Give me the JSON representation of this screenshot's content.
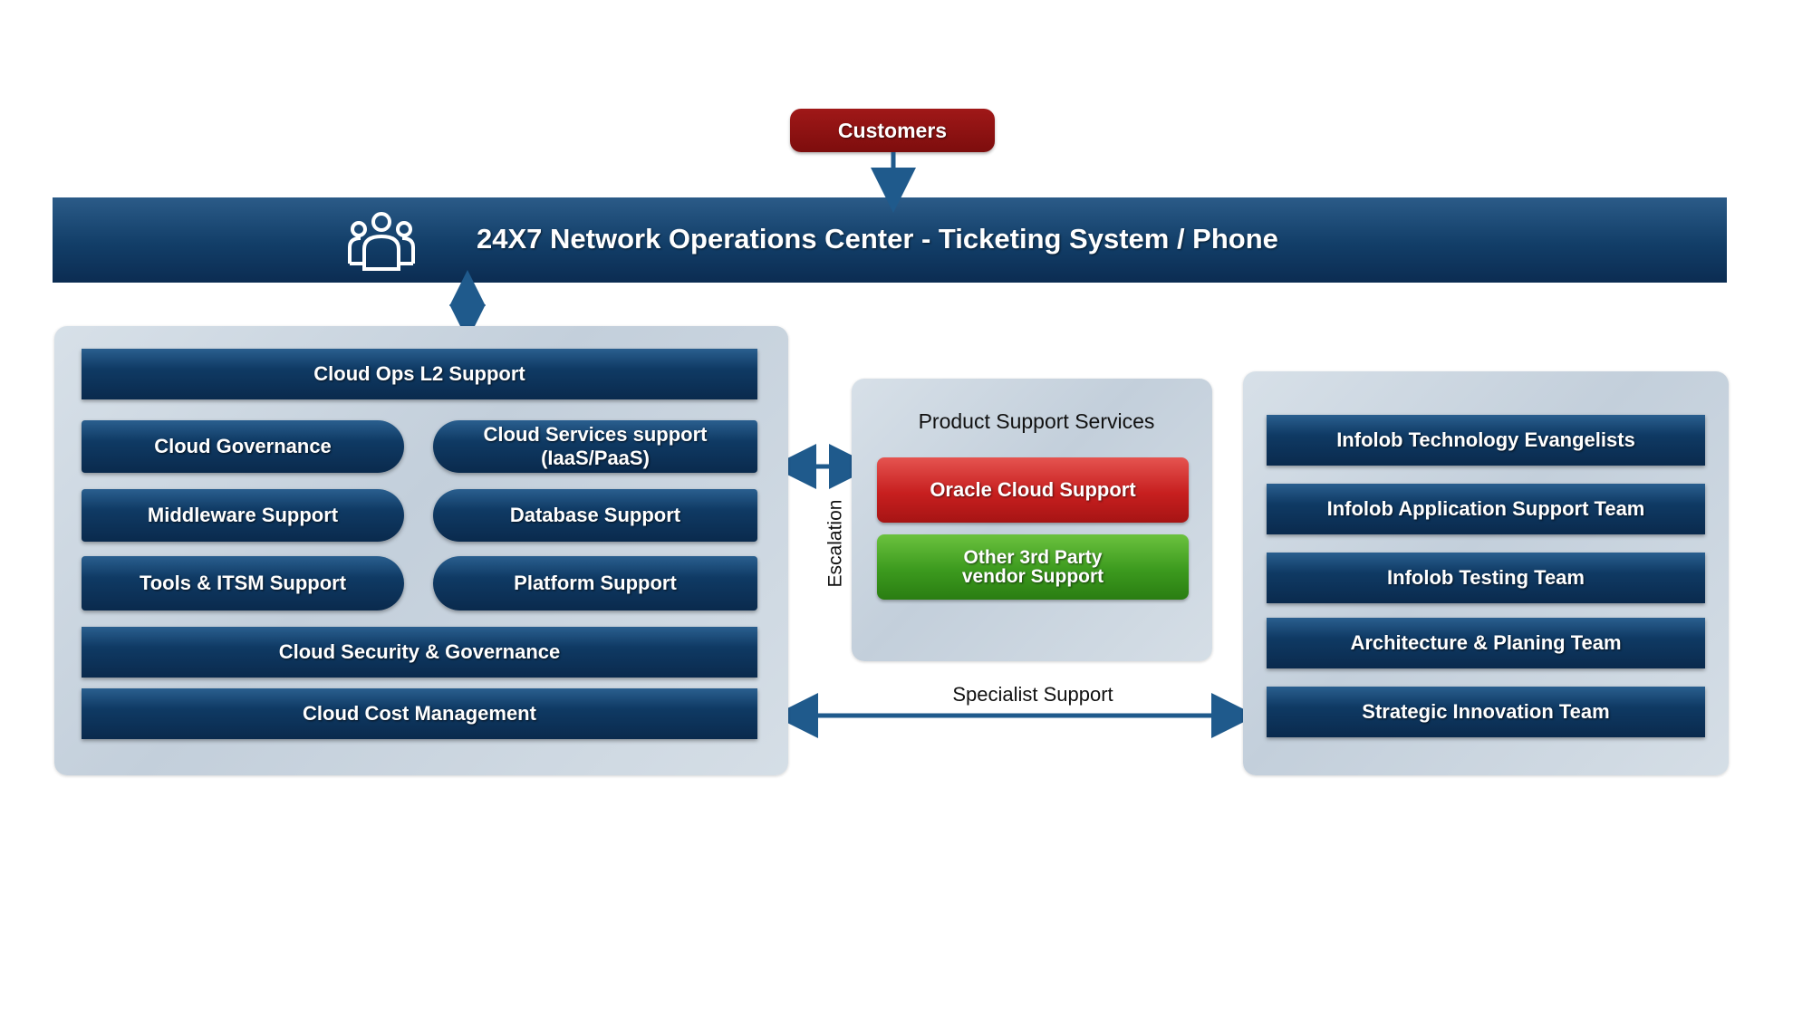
{
  "customers": {
    "label": "Customers"
  },
  "noc": {
    "title": "24X7 Network Operations Center - Ticketing System / Phone",
    "icon": "people-group-icon"
  },
  "left_panel": {
    "header": "Cloud Ops L2 Support",
    "rows": [
      {
        "left": "Cloud Governance",
        "right": "Cloud Services support (IaaS/PaaS)"
      },
      {
        "left": "Middleware Support",
        "right": "Database Support"
      },
      {
        "left": "Tools & ITSM Support",
        "right": "Platform Support"
      }
    ],
    "security": "Cloud Security & Governance",
    "cost": "Cloud Cost Management"
  },
  "middle_panel": {
    "title": "Product Support Services",
    "oracle": "Oracle Cloud Support",
    "other_line1": "Other 3rd Party",
    "other_line2": "vendor Support"
  },
  "right_panel": {
    "items": [
      "Infolob Technology Evangelists",
      "Infolob Application Support Team",
      "Infolob Testing Team",
      "Architecture & Planing Team",
      "Strategic Innovation Team"
    ]
  },
  "connectors": {
    "escalation": "Escalation",
    "specialist": "Specialist Support"
  },
  "colors": {
    "navy": "#0f3a64",
    "customers_red": "#8a1010",
    "oracle_red": "#c71f1f",
    "vendor_green": "#3c9a1e",
    "arrow": "#1f5a8c"
  }
}
